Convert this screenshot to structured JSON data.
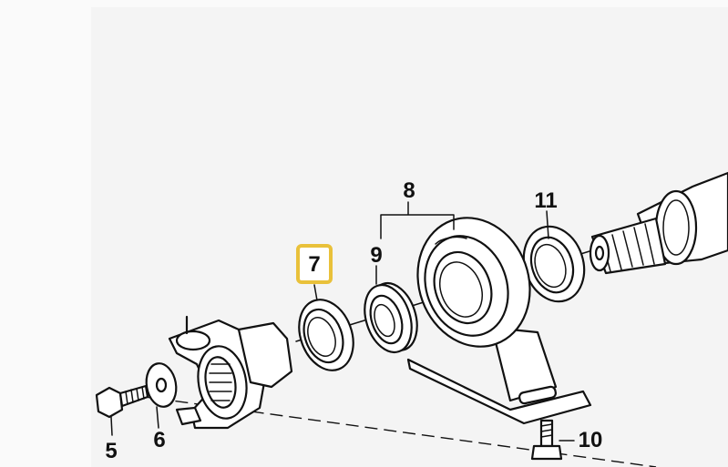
{
  "callouts": {
    "c5": "5",
    "c6": "6",
    "c7": "7",
    "c8": "8",
    "c9": "9",
    "c10": "10",
    "c11": "11"
  },
  "highlight": {
    "target": "7",
    "color": "#e9c13a"
  }
}
